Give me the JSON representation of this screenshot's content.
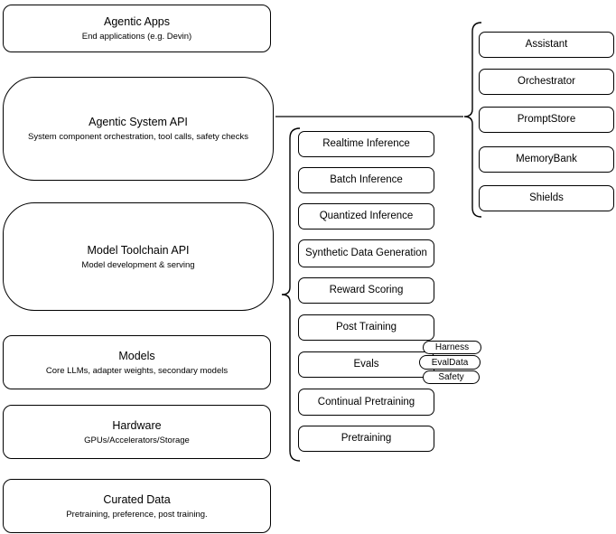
{
  "diagram": {
    "left_stack": [
      {
        "title": "Agentic Apps",
        "subtitle": "End applications (e.g. Devin)"
      },
      {
        "title": "Agentic System API",
        "subtitle": "System component orchestration, tool calls, safety checks"
      },
      {
        "title": "Model Toolchain API",
        "subtitle": "Model development & serving"
      },
      {
        "title": "Models",
        "subtitle": "Core LLMs, adapter weights, secondary models"
      },
      {
        "title": "Hardware",
        "subtitle": "GPUs/Accelerators/Storage"
      },
      {
        "title": "Curated Data",
        "subtitle": "Pretraining, preference, post training."
      }
    ],
    "toolchain_group": [
      "Realtime Inference",
      "Batch Inference",
      "Quantized Inference",
      "Synthetic Data Generation",
      "Reward Scoring",
      "Post Training",
      "Evals",
      "Continual Pretraining",
      "Pretraining"
    ],
    "evals_tags": [
      "Harness",
      "EvalData",
      "Safety"
    ],
    "system_group": [
      "Assistant",
      "Orchestrator",
      "PromptStore",
      "MemoryBank",
      "Shields"
    ],
    "colors": {
      "border": "#000000",
      "fill": "#ffffff",
      "text": "#000000"
    }
  }
}
